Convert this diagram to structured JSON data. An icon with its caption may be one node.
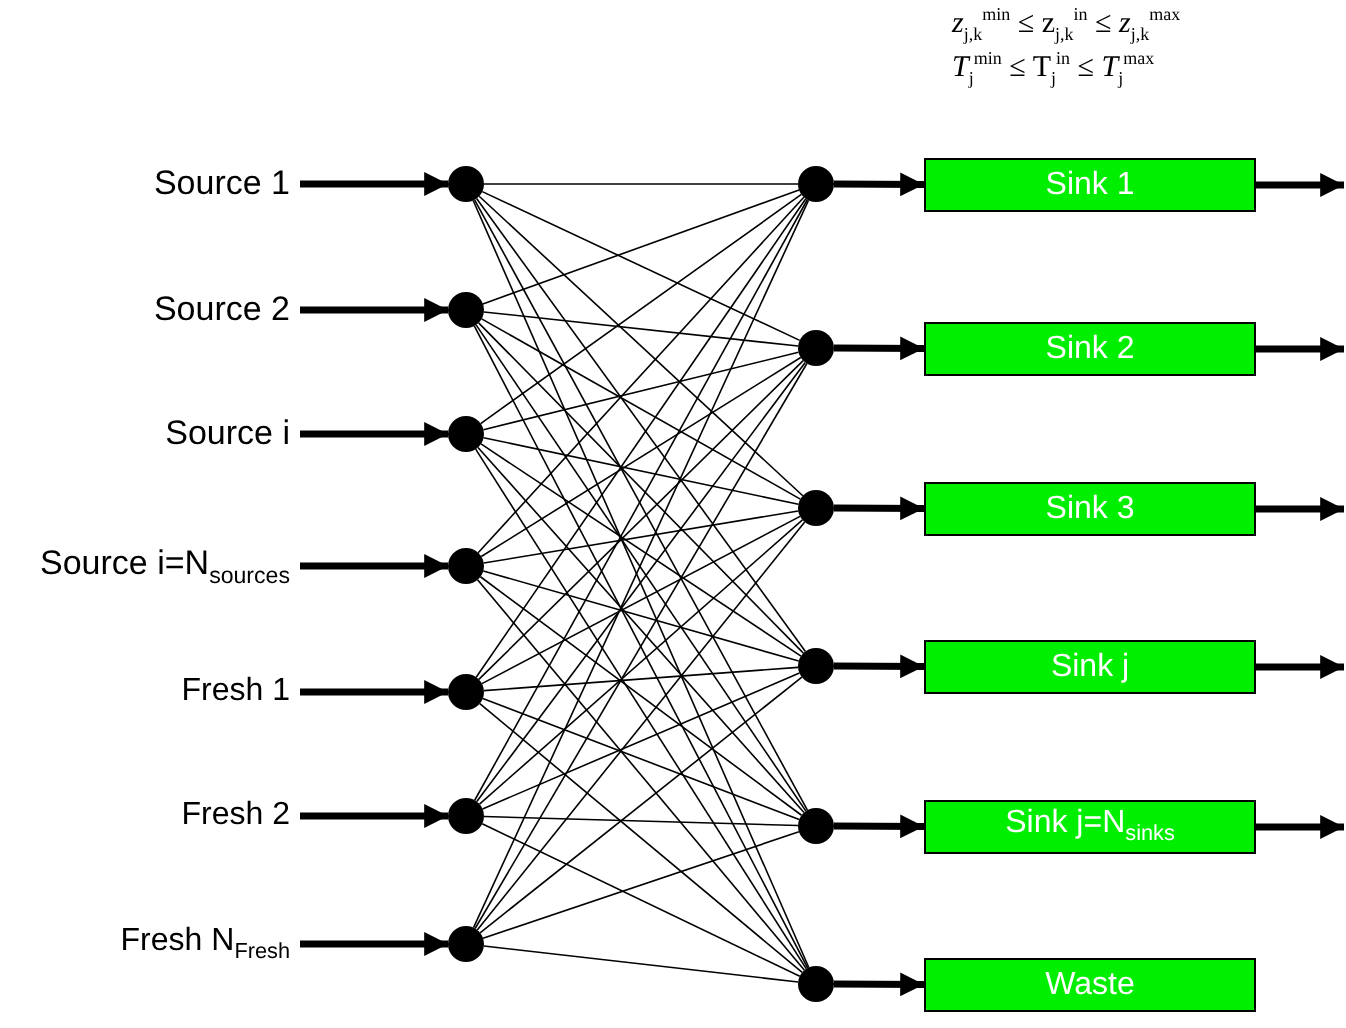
{
  "diagram": {
    "nodes": [
      {
        "text": [
          "Source 1"
        ]
      },
      {
        "text": [
          "Source 2"
        ]
      },
      {
        "text": [
          "Source i"
        ]
      },
      {
        "text": [
          "Source i=N$_{sources}$"
        ]
      },
      {
        "text": [
          "Fresh 1"
        ]
      },
      {
        "text": [
          "Fresh 2"
        ]
      },
      {
        "text": [
          "Fresh N$_{Fresh}$"
        ]
      },
      {
        "text": [],
        "shape": "circle"
      },
      {
        "text": [],
        "shape": "circle"
      },
      {
        "text": [],
        "shape": "circle"
      },
      {
        "text": [],
        "shape": "circle"
      },
      {
        "text": [],
        "shape": "circle"
      },
      {
        "text": [],
        "shape": "circle"
      },
      {
        "text": [],
        "shape": "circle"
      },
      {
        "text": [],
        "shape": "circle"
      },
      {
        "text": [],
        "shape": "circle"
      },
      {
        "text": [],
        "shape": "circle"
      },
      {
        "text": [],
        "shape": "circle"
      },
      {
        "text": [],
        "shape": "circle"
      },
      {
        "text": [],
        "shape": "circle"
      },
      {
        "text": [
          "Sink 1"
        ]
      },
      {
        "text": [
          "Sink 2"
        ]
      },
      {
        "text": [
          "Sink 3"
        ]
      },
      {
        "text": [
          "Sink j"
        ]
      },
      {
        "text": [
          "Sink j=N$_{sinks}$"
        ]
      },
      {
        "text": [
          "Waste"
        ]
      }
    ],
    "edges": [
      {
        "from": 0,
        "to": 7,
        "arrow": "to",
        "style": "thick"
      },
      {
        "from": 1,
        "to": 8,
        "arrow": "to",
        "style": "thick"
      },
      {
        "from": 2,
        "to": 9,
        "arrow": "to",
        "style": "thick"
      },
      {
        "from": 3,
        "to": 10,
        "arrow": "to",
        "style": "thick"
      },
      {
        "from": 4,
        "to": 11,
        "arrow": "to",
        "style": "thick"
      },
      {
        "from": 5,
        "to": 12,
        "arrow": "to",
        "style": "thick"
      },
      {
        "from": 6,
        "to": 13,
        "arrow": "to",
        "style": "thick"
      },
      {
        "from": 7,
        "to": 14,
        "arrow": "none"
      },
      {
        "from": 7,
        "to": 15,
        "arrow": "none"
      },
      {
        "from": 7,
        "to": 16,
        "arrow": "none"
      },
      {
        "from": 7,
        "to": 17,
        "arrow": "none"
      },
      {
        "from": 7,
        "to": 18,
        "arrow": "none"
      },
      {
        "from": 7,
        "to": 19,
        "arrow": "none"
      },
      {
        "from": 8,
        "to": 14,
        "arrow": "none"
      },
      {
        "from": 8,
        "to": 15,
        "arrow": "none"
      },
      {
        "from": 8,
        "to": 16,
        "arrow": "none"
      },
      {
        "from": 8,
        "to": 17,
        "arrow": "none"
      },
      {
        "from": 8,
        "to": 18,
        "arrow": "none"
      },
      {
        "from": 8,
        "to": 19,
        "arrow": "none"
      },
      {
        "from": 9,
        "to": 14,
        "arrow": "none"
      },
      {
        "from": 9,
        "to": 15,
        "arrow": "none"
      },
      {
        "from": 9,
        "to": 16,
        "arrow": "none"
      },
      {
        "from": 9,
        "to": 17,
        "arrow": "none"
      },
      {
        "from": 9,
        "to": 18,
        "arrow": "none"
      },
      {
        "from": 9,
        "to": 19,
        "arrow": "none"
      },
      {
        "from": 10,
        "to": 14,
        "arrow": "none"
      },
      {
        "from": 10,
        "to": 15,
        "arrow": "none"
      },
      {
        "from": 10,
        "to": 16,
        "arrow": "none"
      },
      {
        "from": 10,
        "to": 17,
        "arrow": "none"
      },
      {
        "from": 10,
        "to": 18,
        "arrow": "none"
      },
      {
        "from": 10,
        "to": 19,
        "arrow": "none"
      },
      {
        "from": 11,
        "to": 14,
        "arrow": "none"
      },
      {
        "from": 11,
        "to": 15,
        "arrow": "none"
      },
      {
        "from": 11,
        "to": 16,
        "arrow": "none"
      },
      {
        "from": 11,
        "to": 17,
        "arrow": "none"
      },
      {
        "from": 11,
        "to": 18,
        "arrow": "none"
      },
      {
        "from": 11,
        "to": 19,
        "arrow": "none"
      },
      {
        "from": 12,
        "to": 14,
        "arrow": "none"
      },
      {
        "from": 12,
        "to": 15,
        "arrow": "none"
      },
      {
        "from": 12,
        "to": 16,
        "arrow": "none"
      },
      {
        "from": 12,
        "to": 17,
        "arrow": "none"
      },
      {
        "from": 12,
        "to": 18,
        "arrow": "none"
      },
      {
        "from": 12,
        "to": 19,
        "arrow": "none"
      },
      {
        "from": 13,
        "to": 14,
        "arrow": "none"
      },
      {
        "from": 13,
        "to": 15,
        "arrow": "none"
      },
      {
        "from": 13,
        "to": 16,
        "arrow": "none"
      },
      {
        "from": 13,
        "to": 17,
        "arrow": "none"
      },
      {
        "from": 13,
        "to": 18,
        "arrow": "none"
      },
      {
        "from": 13,
        "to": 19,
        "arrow": "none"
      },
      {
        "from": 14,
        "to": 20,
        "arrow": "to",
        "style": "thick"
      },
      {
        "from": 15,
        "to": 21,
        "arrow": "to",
        "style": "thick"
      },
      {
        "from": 16,
        "to": 22,
        "arrow": "to",
        "style": "thick"
      },
      {
        "from": 17,
        "to": 23,
        "arrow": "to",
        "style": "thick"
      },
      {
        "from": 18,
        "to": 24,
        "arrow": "to",
        "style": "thick"
      },
      {
        "from": 19,
        "to": 25,
        "arrow": "to",
        "style": "thick"
      },
      {
        "from": 20,
        "to": null,
        "arrow": "to",
        "style": "thick"
      },
      {
        "from": 21,
        "to": null,
        "arrow": "to",
        "style": "thick"
      },
      {
        "from": 22,
        "to": null,
        "arrow": "to",
        "style": "thick"
      },
      {
        "from": 23,
        "to": null,
        "arrow": "to",
        "style": "thick"
      },
      {
        "from": 24,
        "to": null,
        "arrow": "to",
        "style": "thick"
      }
    ],
    "labels": [
      "*z*$_{j,k}$$^{min}$ ≤ z$_{j,k}$$^{in}$ ≤ *z*$_{j,k}$$^{max}$",
      "*T*$_{j}$$^{min}$ ≤ T$_{j}$$^{in}$ ≤ *T*$_{j}$$^{max}$"
    ]
  }
}
